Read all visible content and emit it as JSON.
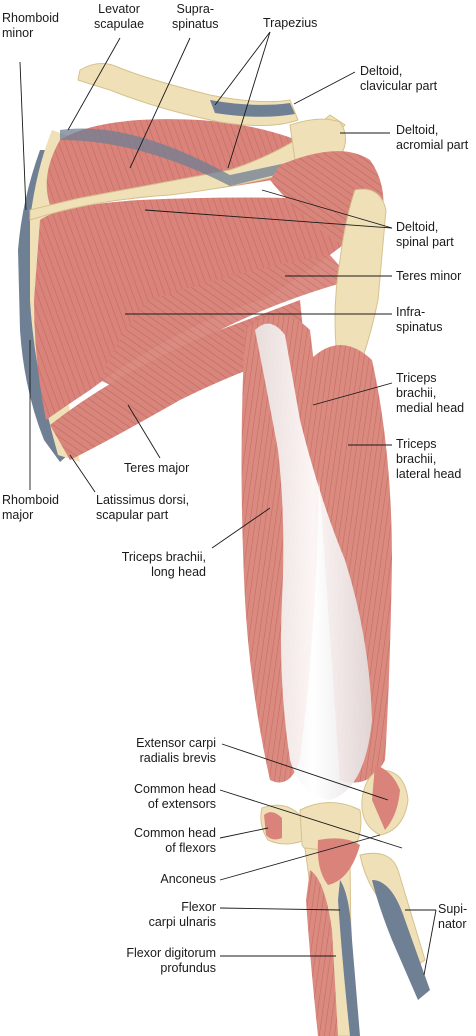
{
  "labels": {
    "rhomboid_minor": [
      "Rhomboid",
      "minor"
    ],
    "levator_scapulae": [
      "Levator",
      "scapulae"
    ],
    "supraspinatus": [
      "Supra-",
      "spinatus"
    ],
    "trapezius": [
      "Trapezius"
    ],
    "deltoid_clavicular": [
      "Deltoid,",
      "clavicular part"
    ],
    "deltoid_acromial": [
      "Deltoid,",
      "acromial part"
    ],
    "deltoid_spinal": [
      "Deltoid,",
      "spinal part"
    ],
    "teres_minor": [
      "Teres minor"
    ],
    "infraspinatus": [
      "Infra-",
      "spinatus"
    ],
    "triceps_medial": [
      "Triceps",
      "brachii,",
      "medial head"
    ],
    "triceps_lateral": [
      "Triceps",
      "brachii,",
      "lateral head"
    ],
    "teres_major": [
      "Teres major"
    ],
    "rhomboid_major": [
      "Rhomboid",
      "major"
    ],
    "latissimus": [
      "Latissimus dorsi,",
      "scapular part"
    ],
    "triceps_long": [
      "Triceps brachii,",
      "long head"
    ],
    "ecrb": [
      "Extensor carpi",
      "radialis brevis"
    ],
    "common_extensors": [
      "Common head",
      "of extensors"
    ],
    "common_flexors": [
      "Common head",
      "of flexors"
    ],
    "anconeus": [
      "Anconeus"
    ],
    "fcu": [
      "Flexor",
      "carpi ulnaris"
    ],
    "fdp": [
      "Flexor digitorum",
      "profundus"
    ],
    "supinator": [
      "Supi-",
      "nator"
    ]
  },
  "colors": {
    "muscle": "#d9837a",
    "muscle_dark": "#c86a62",
    "muscle_light": "#eab0a6",
    "bone": "#efe0b8",
    "bone_dark": "#d6c28e",
    "cartilage": "#6f7f94",
    "tendon": "#f4f1ee",
    "line": "#1a1a1a"
  }
}
